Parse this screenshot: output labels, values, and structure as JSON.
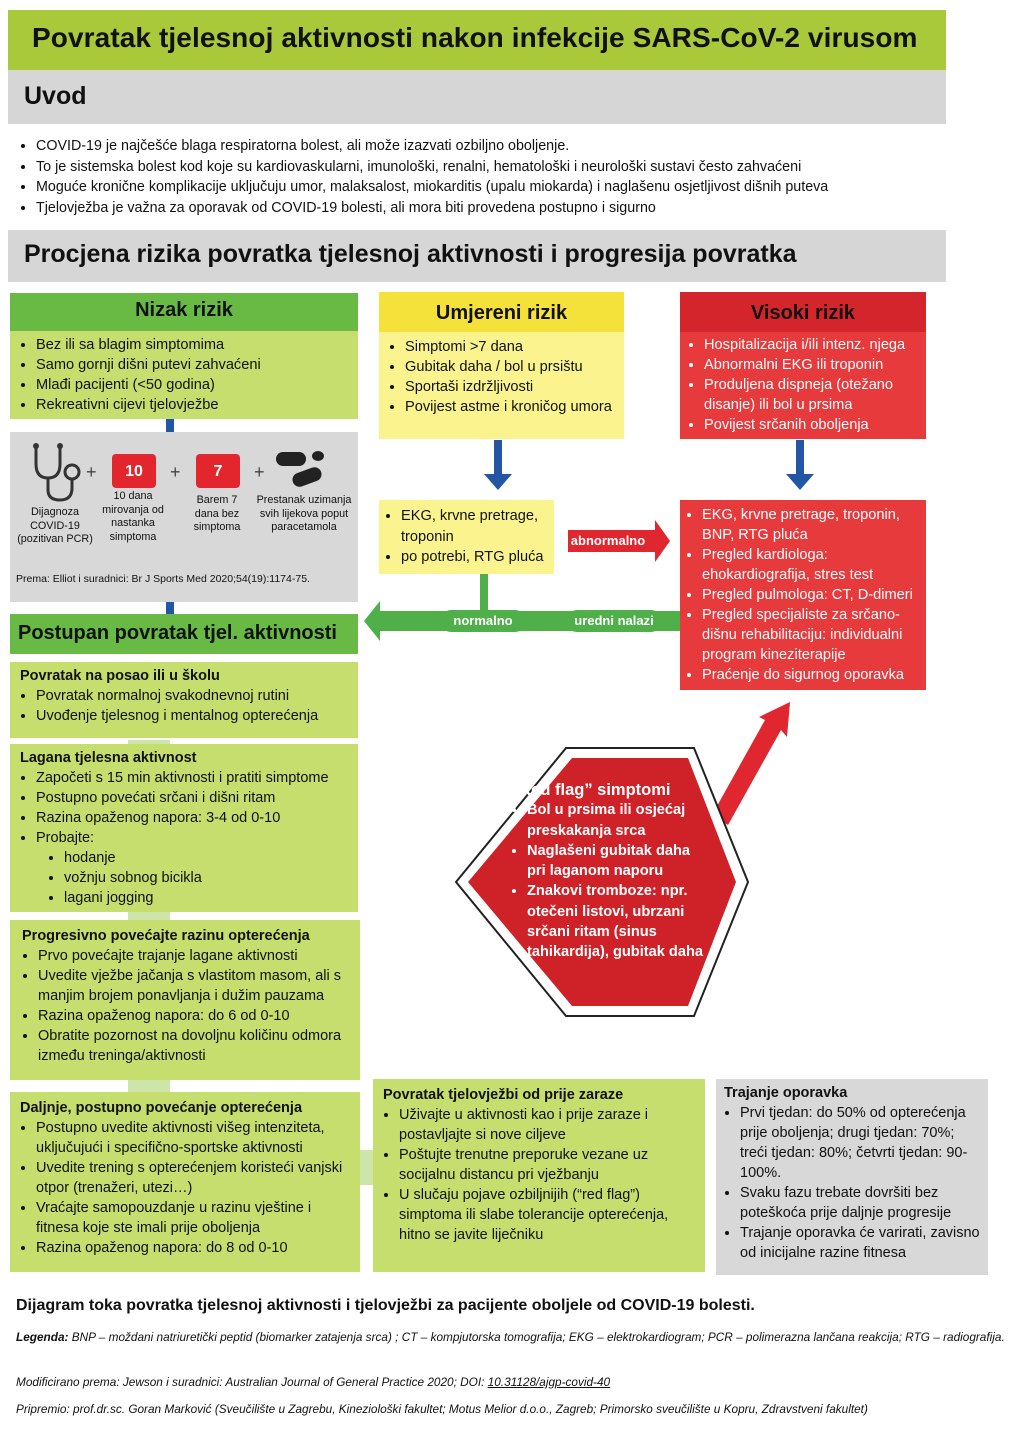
{
  "title": "Povratak tjelesnoj aktivnosti nakon infekcije SARS-CoV-2 virusom",
  "uvod": {
    "heading": "Uvod",
    "bullets": [
      "COVID-19 je najčešće blaga respiratorna bolest, ali može izazvati ozbiljno oboljenje.",
      "To je sistemska bolest kod koje su kardiovaskularni, imunološki, renalni, hematološki i neurološki sustavi često zahvaćeni",
      "Moguće kronične komplikacije uključuju umor, malaksalost, miokarditis (upalu miokarda) i naglašenu osjetljivost dišnih puteva",
      "Tjelovježba je važna za oporavak od COVID-19 bolesti, ali mora biti provedena postupno i sigurno"
    ]
  },
  "procjena_heading": "Procjena rizika povratka tjelesnoj aktivnosti i progresija povratka",
  "nizak": {
    "heading": "Nizak rizik",
    "bullets": [
      "Bez ili sa blagim simptomima",
      "Samo gornji dišni putevi zahvaćeni",
      "Mlađi pacijenti (<50 godina)",
      "Rekreativni cijevi tjelovježbe"
    ]
  },
  "umjereni": {
    "heading": "Umjereni rizik",
    "bullets": [
      "Simptomi >7 dana",
      "Gubitak daha / bol u prsištu",
      "Sportaši izdržljivosti",
      "Povijest astme i kroničog umora"
    ],
    "tests": [
      "EKG, krvne pretrage, troponin",
      "po potrebi, RTG pluća"
    ]
  },
  "visoki": {
    "heading": "Visoki rizik",
    "bullets": [
      "Hospitalizacija i/ili intenz. njega",
      "Abnormalni EKG ili troponin",
      "Produljena dispneja (otežano disanje) ili bol u prsima",
      "Povijest srčanih oboljenja"
    ],
    "tests": [
      "EKG, krvne pretrage, troponin, BNP, RTG pluća",
      "Pregled kardiologa: ehokardiografija, stres test",
      "Pregled pulmologa: CT, D-dimeri",
      "Pregled specijaliste za srčano-dišnu rehabilitaciju: individualni program kineziterapije",
      "Praćenje do sigurnog oporavka"
    ]
  },
  "icons": {
    "stetho_label": "Dijagnoza COVID-19 (pozitivan PCR)",
    "cal1_num": "10",
    "cal1_label": "10 dana mirovanja od nastanka simptoma",
    "cal2_num": "7",
    "cal2_label": "Barem 7 dana bez simptoma",
    "pills_label": "Prestanak uzimanja svih lijekova poput paracetamola",
    "plus": "+",
    "ref": "Prema: Elliot i suradnici: Br J Sports Med 2020;54(19):1174-75."
  },
  "arrows": {
    "abnormalno": "abnormalno",
    "normalno": "normalno",
    "uredni": "uredni nalazi"
  },
  "postupan_heading": "Postupan povratak tjel. aktivnosti",
  "posao": {
    "heading": "Povratak na posao ili u školu",
    "bullets": [
      "Povratak normalnoj svakodnevnoj rutini",
      "Uvođenje tjelesnog i mentalnog opterećenja"
    ]
  },
  "lagana": {
    "heading": "Lagana tjelesna aktivnost",
    "bullets": [
      "Započeti s 15 min aktivnosti i pratiti simptome",
      "Postupno povećati srčani i dišni ritam",
      "Razina opaženog napora: 3-4 od 0-10",
      "Probajte:"
    ],
    "sub": [
      "hodanje",
      "vožnju sobnog bicikla",
      "lagani jogging"
    ]
  },
  "progresivno": {
    "heading": "Progresivno povećajte razinu opterećenja",
    "bullets": [
      "Prvo povećajte trajanje lagane aktivnosti",
      "Uvedite vježbe jačanja s vlastitom masom, ali s manjim brojem ponavljanja i dužim pauzama",
      "Razina opaženog napora: do 6 od 0-10",
      "Obratite pozornost na dovoljnu količinu odmora između treninga/aktivnosti"
    ]
  },
  "daljnje": {
    "heading": "Daljnje, postupno povećanje opterećenja",
    "bullets": [
      "Postupno uvedite aktivnosti višeg intenziteta, uključujući i specifično-sportske aktivnosti",
      "Uvedite trening s opterećenjem koristeći vanjski otpor (trenažeri, utezi…)",
      "Vraćajte samopouzdanje u razinu vještine i fitnesa koje ste imali prije oboljenja",
      "Razina opaženog napora: do 8 od 0-10"
    ]
  },
  "povratak_tj": {
    "heading": "Povratak tjelovježbi od prije zaraze",
    "bullets": [
      "Uživajte u aktivnosti kao i prije zaraze i postavljajte si nove ciljeve",
      "Poštujte trenutne preporuke vezane uz socijalnu distancu pri vježbanju",
      "U slučaju pojave ozbiljnijih (“red flag”) simptoma ili slabe tolerancije opterećenja, hitno se javite liječniku"
    ]
  },
  "trajanje": {
    "heading": "Trajanje oporavka",
    "bullets": [
      "Prvi tjedan: do 50% od opterećenja prije oboljenja; drugi tjedan: 70%; treći tjedan: 80%; četvrti tjedan: 90-100%.",
      "Svaku fazu trebate dovršiti bez poteškoća prije daljnje progresije",
      "Trajanje oporavka će varirati, zavisno od inicijalne razine fitnesa"
    ]
  },
  "redflag": {
    "heading": "“Red flag” simptomi",
    "bullets": [
      "Bol u prsima ili osjećaj preskakanja srca",
      "Naglašeni gubitak daha pri laganom naporu",
      "Znakovi tromboze: npr. otečeni listovi, ubrzani srčani ritam (sinus tahikardija), gubitak daha"
    ]
  },
  "caption": "Dijagram toka povratka tjelesnoj aktivnosti i tjelovježbi za pacijente oboljele od COVID-19 bolesti.",
  "legend": {
    "label": "Legenda:",
    "text": " BNP – moždani natriuretički peptid (biomarker zatajenja srca) ; CT – kompjutorska tomografija; EKG – elektrokardiogram; PCR – polimerazna lančana reakcija; RTG – radiografija."
  },
  "modif": {
    "text": "Modificirano prema: Jewson i suradnici: Australian Journal of General Practice 2020; DOI: ",
    "doi": "10.31128/ajgp-covid-40"
  },
  "pripremio": "Pripremio: prof.dr.sc. Goran Marković (Sveučilište u Zagrebu, Kineziološki fakultet; Motus Melior d.o.o., Zagreb; Primorsko sveučilište u Kopru, Zdravstveni fakultet)"
}
